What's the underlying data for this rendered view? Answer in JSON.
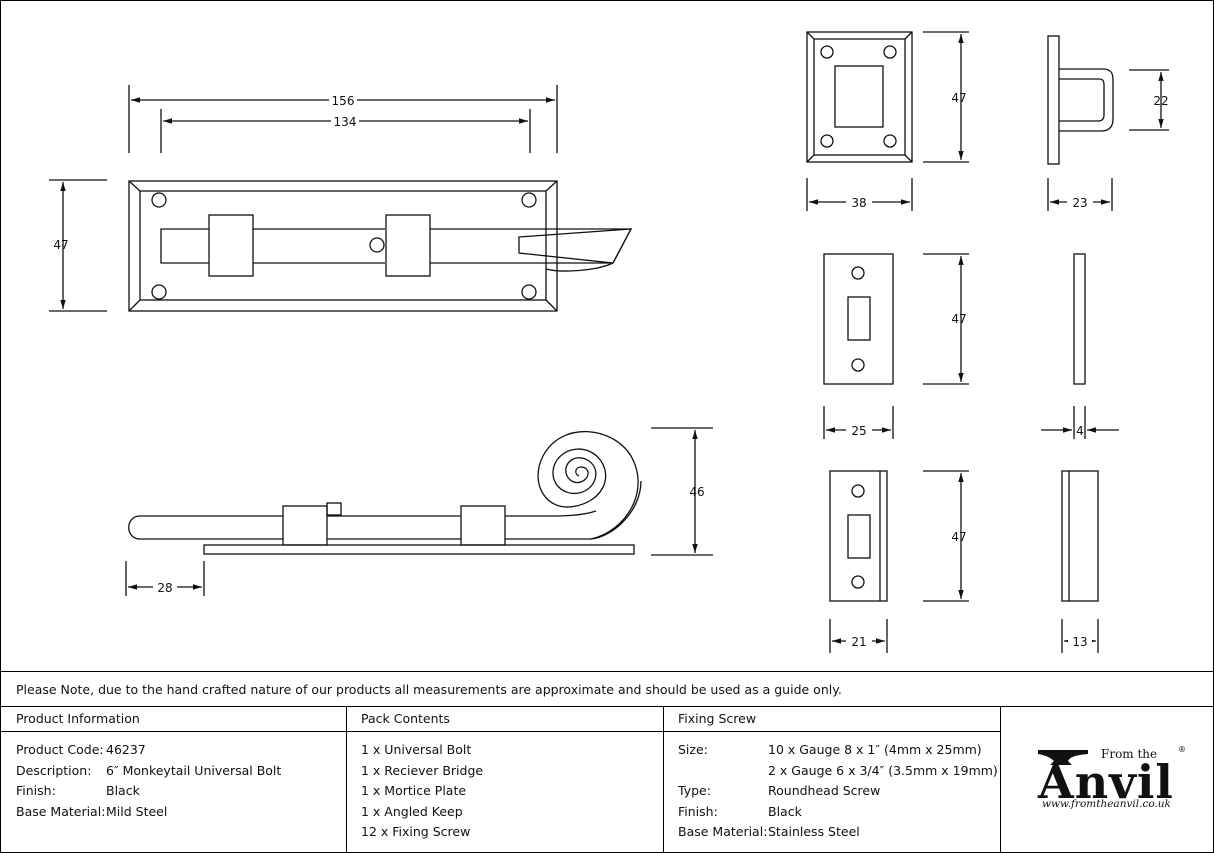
{
  "drawing": {
    "dims": {
      "overall_length": "156",
      "plate_length": "134",
      "plate_height": "47",
      "side_height": "46",
      "side_offset": "28",
      "bridge_height": "47",
      "bridge_width": "38",
      "bridge_side_height": "22",
      "bridge_side_width": "23",
      "mortice_height": "47",
      "mortice_width": "25",
      "mortice_thickness": "4",
      "keep_height": "47",
      "keep_width": "21",
      "keep_depth": "13"
    }
  },
  "note": "Please Note, due to the hand crafted nature of our products all measurements are approximate and should be used as a guide only.",
  "product_info": {
    "header": "Product Information",
    "rows": [
      {
        "label": "Product Code:",
        "value": "46237"
      },
      {
        "label": "Description:",
        "value": "6″ Monkeytail Universal Bolt"
      },
      {
        "label": "Finish:",
        "value": "Black"
      },
      {
        "label": "Base Material:",
        "value": "Mild Steel"
      }
    ]
  },
  "pack_contents": {
    "header": "Pack Contents",
    "items": [
      "1 x Universal Bolt",
      "1 x Reciever Bridge",
      "1 x Mortice Plate",
      "1 x Angled Keep",
      "12 x Fixing Screw"
    ]
  },
  "fixing_screw": {
    "header": "Fixing Screw",
    "rows": [
      {
        "label": "Size:",
        "value": "10 x Gauge 8 x 1″ (4mm x 25mm)"
      },
      {
        "label": "",
        "value": "2 x Gauge 6 x 3/4″ (3.5mm x 19mm)"
      },
      {
        "label": "Type:",
        "value": "Roundhead Screw"
      },
      {
        "label": "Finish:",
        "value": "Black"
      },
      {
        "label": "Base Material:",
        "value": "Stainless Steel"
      }
    ]
  },
  "logo": {
    "from_the": "From the",
    "word": "Anvil",
    "reg": "®",
    "url": "www.fromtheanvil.co.uk"
  }
}
